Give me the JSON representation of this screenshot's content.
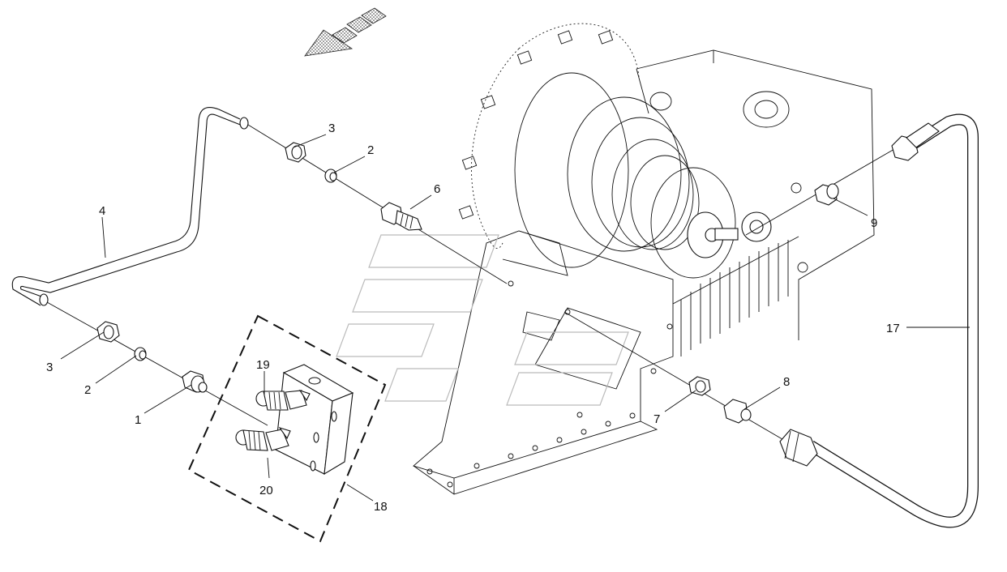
{
  "callouts": [
    {
      "id": "c1",
      "label": "1"
    },
    {
      "id": "c2a",
      "label": "2"
    },
    {
      "id": "c2b",
      "label": "2"
    },
    {
      "id": "c3a",
      "label": "3"
    },
    {
      "id": "c3b",
      "label": "3"
    },
    {
      "id": "c4",
      "label": "4"
    },
    {
      "id": "c6",
      "label": "6"
    },
    {
      "id": "c7",
      "label": "7"
    },
    {
      "id": "c8",
      "label": "8"
    },
    {
      "id": "c9",
      "label": "9"
    },
    {
      "id": "c17",
      "label": "17"
    },
    {
      "id": "c18",
      "label": "18"
    },
    {
      "id": "c19",
      "label": "19"
    },
    {
      "id": "c20",
      "label": "20"
    }
  ]
}
